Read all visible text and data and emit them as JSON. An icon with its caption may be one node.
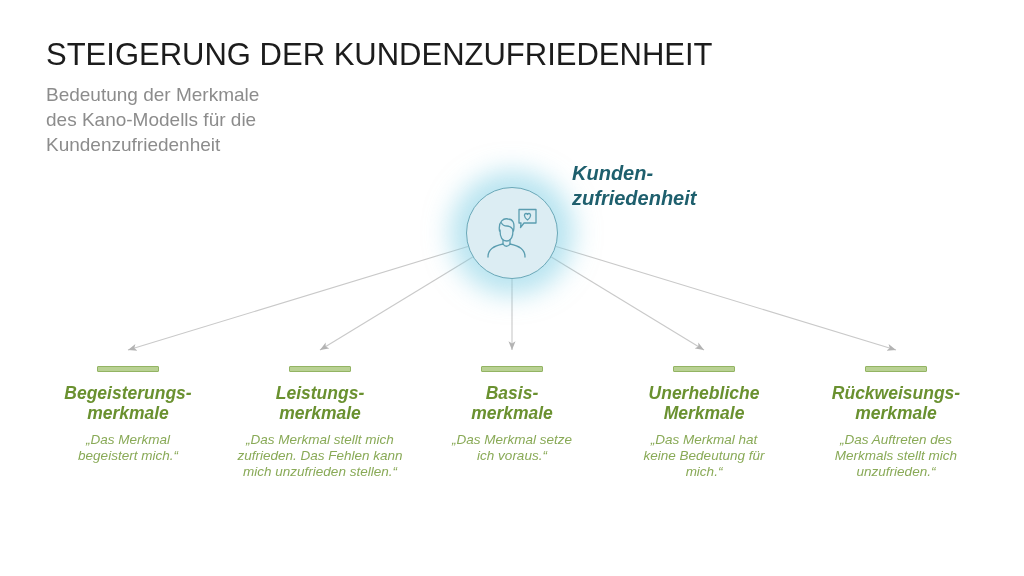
{
  "diagram": {
    "title": "STEIGERUNG DER KUNDENZUFRIEDENHEIT",
    "nodes": [
      {
        "text": [],
        "shape": "circle",
        "beside": [
          "Kunden- zufriedenheit"
        ]
      },
      {
        "text": [
          "Begeisterungs- merkmale",
          "„Das Merkmal begeistert mich.“"
        ]
      },
      {
        "text": [
          "Leistungs- merkmale",
          "„Das Merkmal stellt mich zufrieden. Das Fehlen kann mich unzufrieden stellen.“"
        ]
      },
      {
        "text": [
          "Basis- merkmale",
          "„Das Merkmal setze ich voraus.“"
        ]
      },
      {
        "text": [
          "Unerhebliche Merkmale",
          "„Das Merkmal hat keine Bedeutung für mich.“"
        ]
      },
      {
        "text": [
          "Rückweisungs- merkmale",
          "„Das Auftreten des Merkmals stellt mich unzufrieden.“"
        ]
      }
    ],
    "edges": [
      {
        "from": 0,
        "to": 1,
        "arrow": "to"
      },
      {
        "from": 0,
        "to": 2,
        "arrow": "to"
      },
      {
        "from": 0,
        "to": 3,
        "arrow": "to"
      },
      {
        "from": 0,
        "to": 4,
        "arrow": "to"
      },
      {
        "from": 0,
        "to": 5,
        "arrow": "to"
      }
    ],
    "labels": [
      "Bedeutung der Merkmale des Kano-Modells für die Kundenzufriedenheit"
    ]
  }
}
